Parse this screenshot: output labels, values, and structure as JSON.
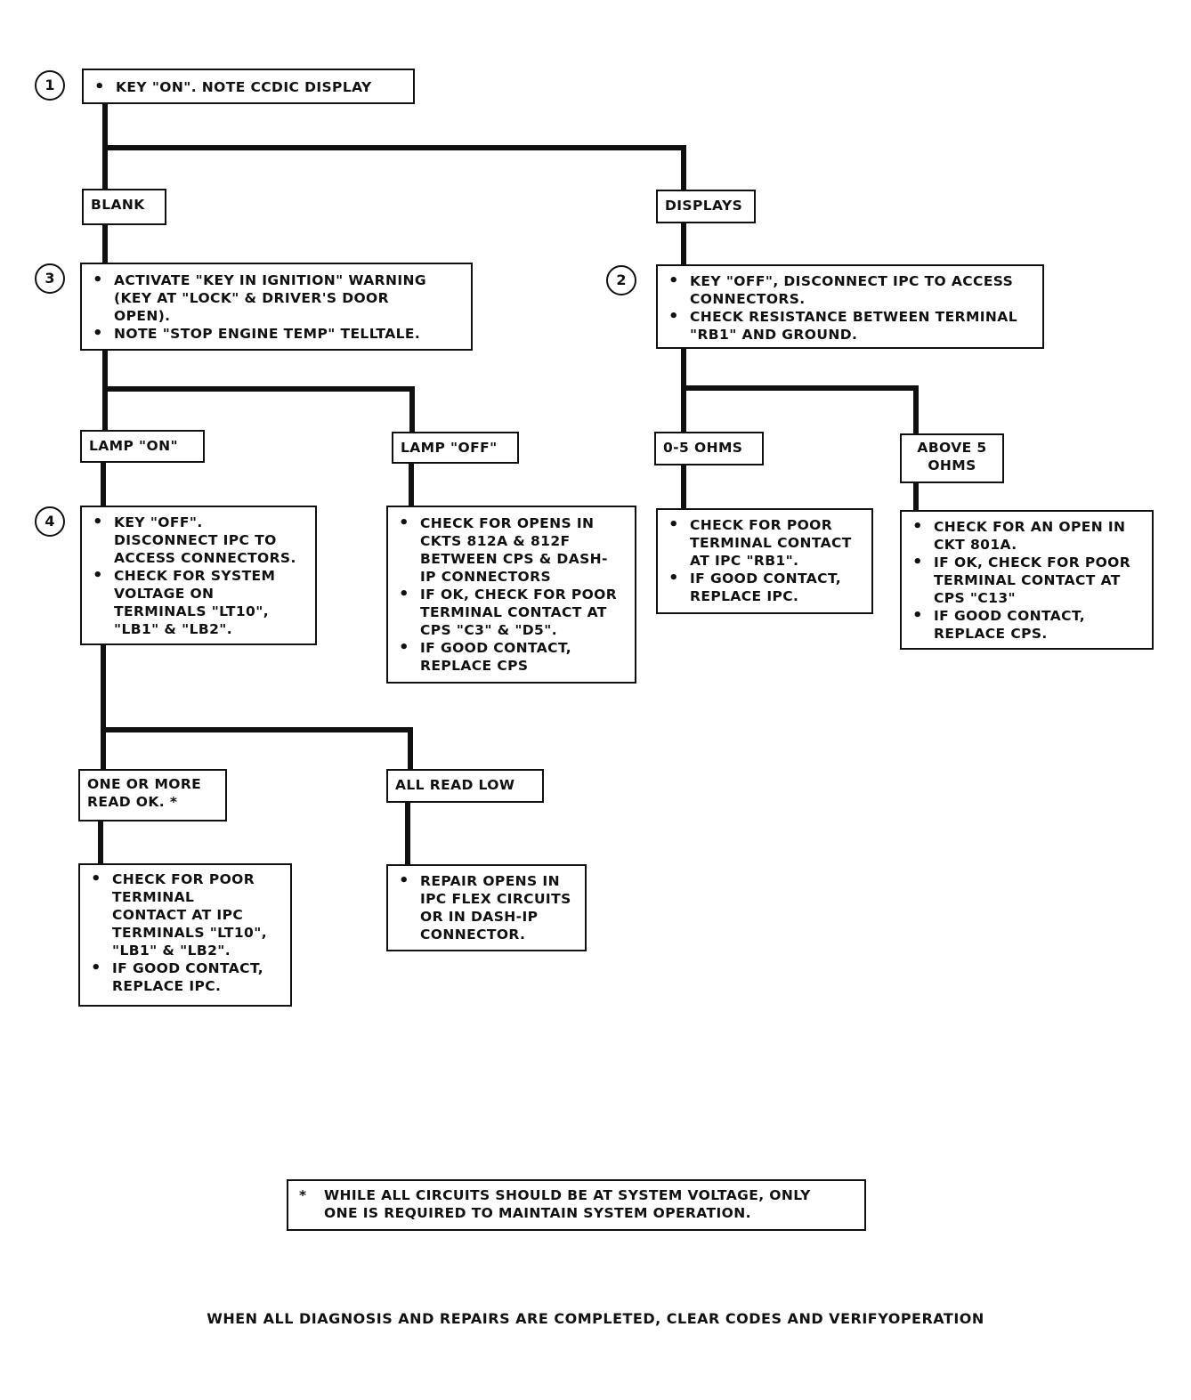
{
  "steps": {
    "s1": "1",
    "s2": "2",
    "s3": "3",
    "s4": "4"
  },
  "box1": {
    "items": [
      "KEY \"ON\". NOTE CCDIC DISPLAY"
    ]
  },
  "labels": {
    "blank": "BLANK",
    "displays": "DISPLAYS",
    "lamp_on": "LAMP \"ON\"",
    "lamp_off": "LAMP \"OFF\"",
    "ohms_low": "0-5 OHMS",
    "ohms_high_1": "ABOVE 5",
    "ohms_high_2": "OHMS",
    "one_or_more_1": "ONE OR MORE",
    "one_or_more_2": "READ OK. *",
    "all_read_low": "ALL READ LOW"
  },
  "box3": {
    "items": [
      [
        "ACTIVATE \"KEY IN IGNITION\" WARNING",
        "(KEY AT \"LOCK\" & DRIVER'S DOOR",
        "OPEN)."
      ],
      [
        "NOTE \"STOP ENGINE TEMP\" TELLTALE."
      ]
    ]
  },
  "box2": {
    "items": [
      [
        "KEY \"OFF\", DISCONNECT IPC TO ACCESS",
        "CONNECTORS."
      ],
      [
        "CHECK RESISTANCE BETWEEN TERMINAL",
        "\"RB1\" AND GROUND."
      ]
    ]
  },
  "box4": {
    "items": [
      [
        "KEY \"OFF\".",
        "DISCONNECT IPC TO",
        "ACCESS CONNECTORS."
      ],
      [
        "CHECK FOR SYSTEM",
        "VOLTAGE ON",
        "TERMINALS \"LT10\",",
        "\"LB1\" & \"LB2\"."
      ]
    ]
  },
  "box_lamp_off": {
    "items": [
      [
        "CHECK FOR OPENS IN",
        "CKTS 812A & 812F",
        "BETWEEN CPS & DASH-",
        "IP CONNECTORS"
      ],
      [
        "IF OK, CHECK FOR POOR",
        "TERMINAL CONTACT AT",
        "CPS  \"C3\" & \"D5\"."
      ],
      [
        "IF GOOD CONTACT,",
        "REPLACE CPS"
      ]
    ]
  },
  "box_ohms_low": {
    "items": [
      [
        "CHECK FOR POOR",
        "TERMINAL CONTACT",
        "AT IPC \"RB1\"."
      ],
      [
        "IF GOOD CONTACT,",
        "REPLACE IPC."
      ]
    ]
  },
  "box_ohms_high": {
    "items": [
      [
        "CHECK FOR AN OPEN IN",
        "CKT 801A."
      ],
      [
        "IF OK, CHECK FOR POOR",
        "TERMINAL CONTACT AT",
        "CPS \"C13\""
      ],
      [
        "IF GOOD CONTACT,",
        "REPLACE CPS."
      ]
    ]
  },
  "box_read_ok": {
    "items": [
      [
        "CHECK FOR POOR",
        "TERMINAL",
        "CONTACT AT IPC",
        "TERMINALS \"LT10\",",
        "\"LB1\" & \"LB2\"."
      ],
      [
        "IF GOOD CONTACT,",
        "REPLACE IPC."
      ]
    ]
  },
  "box_read_low": {
    "items": [
      [
        "REPAIR OPENS IN",
        "IPC FLEX CIRCUITS",
        "OR IN DASH-IP",
        "CONNECTOR."
      ]
    ]
  },
  "note": {
    "asterisk": "*",
    "line1": "WHILE ALL CIRCUITS SHOULD BE AT SYSTEM VOLTAGE, ONLY",
    "line2": "ONE IS REQUIRED TO MAINTAIN SYSTEM OPERATION."
  },
  "footer": "WHEN ALL DIAGNOSIS AND REPAIRS ARE COMPLETED, CLEAR CODES AND VERIFYOPERATION"
}
